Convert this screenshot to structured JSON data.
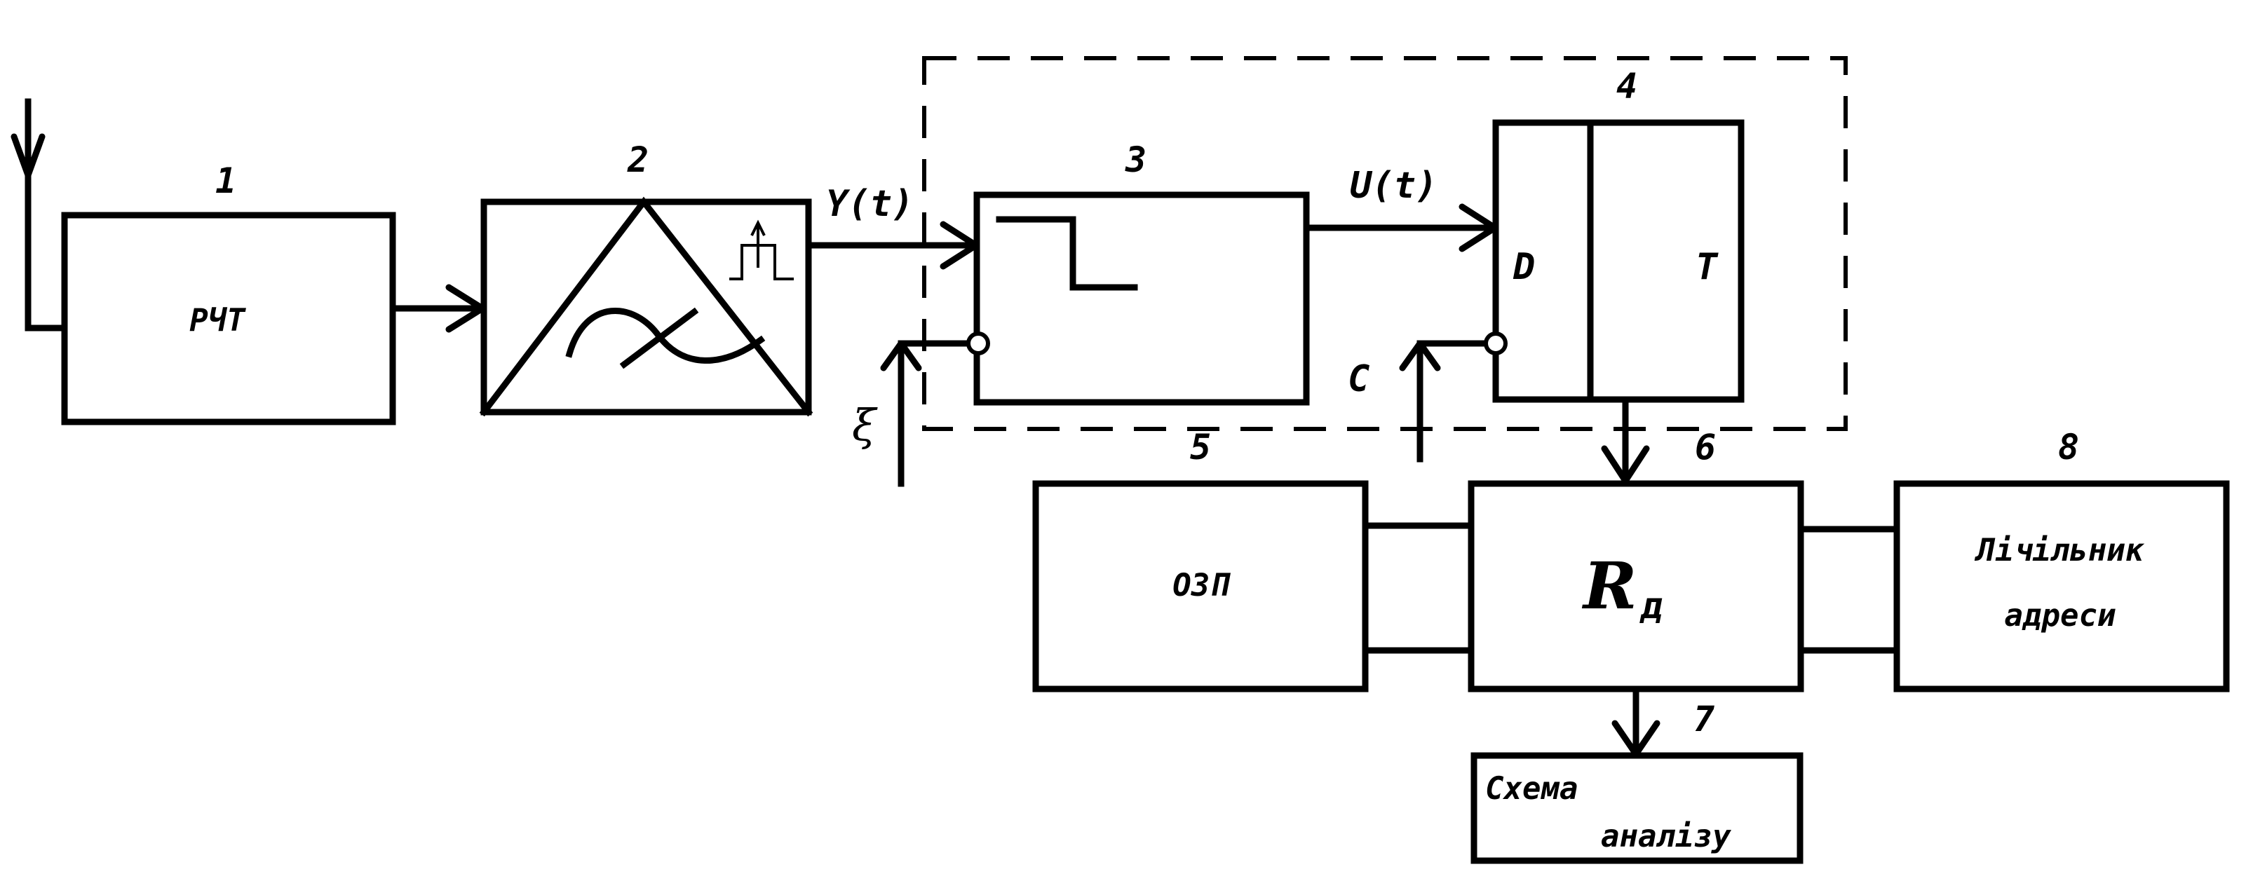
{
  "blocks": {
    "b1": {
      "number": "1",
      "label": "РЧТ"
    },
    "b2": {
      "number": "2"
    },
    "b3": {
      "number": "3"
    },
    "b4": {
      "number": "4",
      "input_d": "D",
      "output_t": "T"
    },
    "b5": {
      "number": "5",
      "label": "ОЗП"
    },
    "b6": {
      "number": "6",
      "label": "R",
      "label_sub": "д"
    },
    "b7": {
      "number": "7",
      "line1": "Схема",
      "line2": "аналізу"
    },
    "b8": {
      "number": "8",
      "line1": "Лічільник",
      "line2": "адреси"
    }
  },
  "signals": {
    "y": "Y(t)",
    "u": "U(t)",
    "clock": "C",
    "threshold": "ξ"
  }
}
